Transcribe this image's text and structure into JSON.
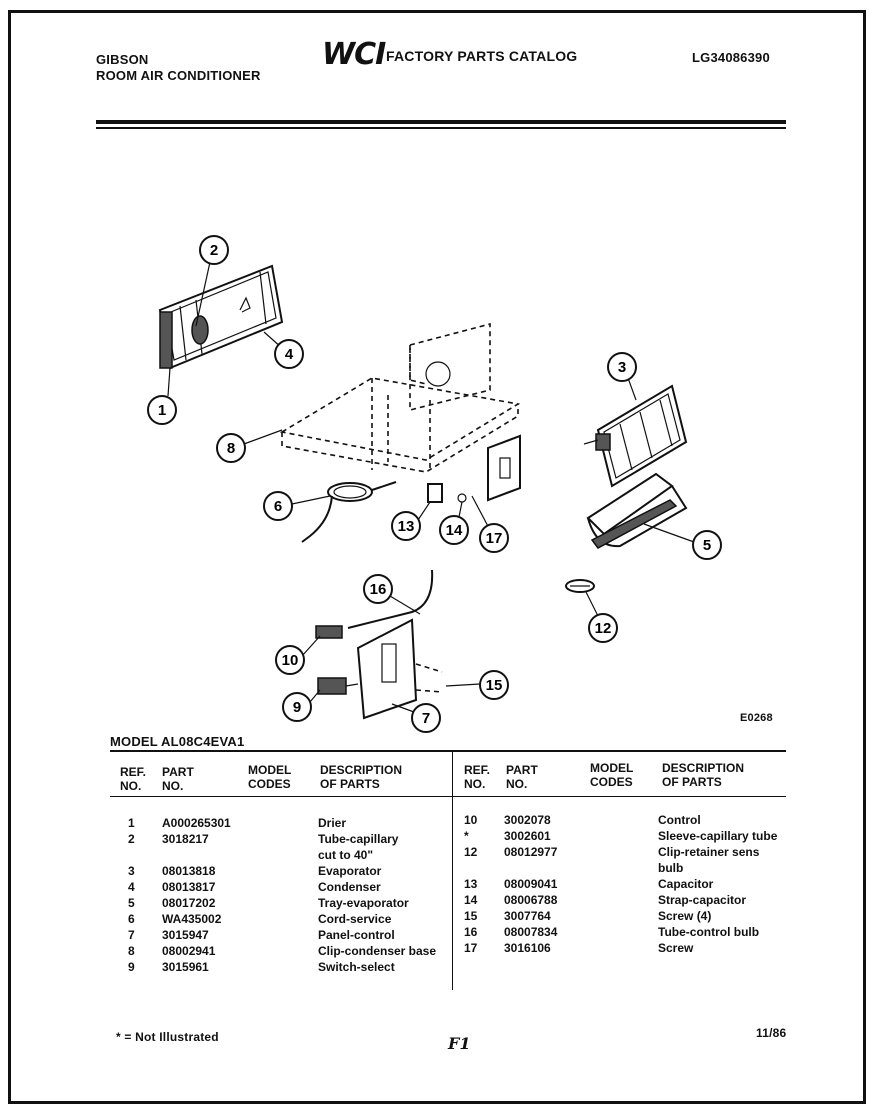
{
  "header": {
    "brand": "GIBSON",
    "product": "ROOM AIR CONDITIONER",
    "logo": "WCI",
    "catalog_title": "FACTORY PARTS CATALOG",
    "catalog_code": "LG34086390"
  },
  "diagram": {
    "code": "E0268",
    "callouts": [
      "1",
      "2",
      "3",
      "4",
      "5",
      "6",
      "7",
      "8",
      "9",
      "10",
      "12",
      "13",
      "14",
      "15",
      "16",
      "17"
    ]
  },
  "model_label": "MODEL AL08C4EVA1",
  "table": {
    "headers": {
      "ref": [
        "REF.",
        "NO."
      ],
      "part": [
        "PART",
        "NO."
      ],
      "model": [
        "MODEL",
        "CODES"
      ],
      "desc_left": [
        "DESCRIPTION",
        "OF PARTS"
      ],
      "desc_right": [
        "DESCRIPTION",
        "OF PARTS"
      ]
    },
    "left_rows": [
      {
        "ref": "1",
        "part": "A000265301",
        "desc": "Drier"
      },
      {
        "ref": "2",
        "part": "3018217",
        "desc": "Tube-capillary"
      },
      {
        "ref": "",
        "part": "",
        "desc": "cut to 40\""
      },
      {
        "ref": "3",
        "part": "08013818",
        "desc": "Evaporator"
      },
      {
        "ref": "4",
        "part": "08013817",
        "desc": "Condenser"
      },
      {
        "ref": "5",
        "part": "08017202",
        "desc": "Tray-evaporator"
      },
      {
        "ref": "6",
        "part": "WA435002",
        "desc": "Cord-service"
      },
      {
        "ref": "7",
        "part": "3015947",
        "desc": "Panel-control"
      },
      {
        "ref": "8",
        "part": "08002941",
        "desc": "Clip-condenser base"
      },
      {
        "ref": "9",
        "part": "3015961",
        "desc": "Switch-select"
      }
    ],
    "right_rows": [
      {
        "ref": "10",
        "part": "3002078",
        "desc": "Control"
      },
      {
        "ref": "*",
        "part": "3002601",
        "desc": "Sleeve-capillary tube"
      },
      {
        "ref": "12",
        "part": "08012977",
        "desc": "Clip-retainer sens"
      },
      {
        "ref": "",
        "part": "",
        "desc": "bulb"
      },
      {
        "ref": "13",
        "part": "08009041",
        "desc": "Capacitor"
      },
      {
        "ref": "14",
        "part": "08006788",
        "desc": "Strap-capacitor"
      },
      {
        "ref": "15",
        "part": "3007764",
        "desc": "Screw (4)"
      },
      {
        "ref": "16",
        "part": "08007834",
        "desc": "Tube-control bulb"
      },
      {
        "ref": "17",
        "part": "3016106",
        "desc": "Screw"
      }
    ]
  },
  "footer": {
    "note": "* = Not Illustrated",
    "page": "F1",
    "date": "11/86"
  }
}
